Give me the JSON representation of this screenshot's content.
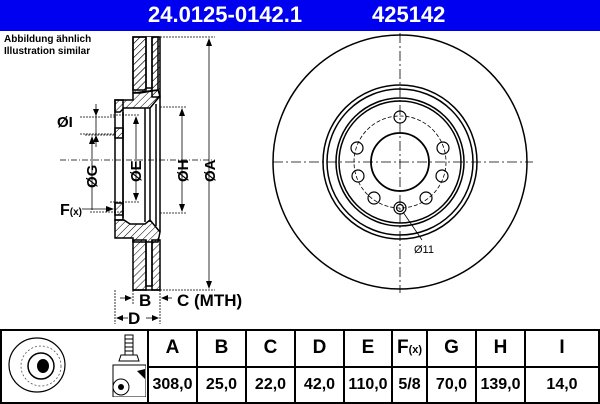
{
  "header": {
    "part_number": "24.0125-0142.1",
    "ref_number": "425142",
    "background": "#0000f0"
  },
  "note": {
    "line1": "Abbildung ähnlich",
    "line2": "Illustration similar"
  },
  "drawing": {
    "labels": {
      "I": "ØI",
      "G": "ØG",
      "E": "ØE",
      "H": "ØH",
      "A": "ØA",
      "F": "F",
      "F_sub": "(x)",
      "B": "B",
      "C": "C (MTH)",
      "D": "D",
      "hole": "Ø11"
    },
    "bolt_holes": 8
  },
  "table": {
    "icons": [
      "brake-disc-icon",
      "bolt-icon",
      "wheel-hub-icon"
    ],
    "headers": [
      "A",
      "B",
      "C",
      "D",
      "E",
      "F",
      "G",
      "H",
      "I"
    ],
    "f_sub": "(x)",
    "values": [
      "308,0",
      "25,0",
      "22,0",
      "42,0",
      "110,0",
      "5/8",
      "70,0",
      "139,0",
      "14,0"
    ]
  }
}
